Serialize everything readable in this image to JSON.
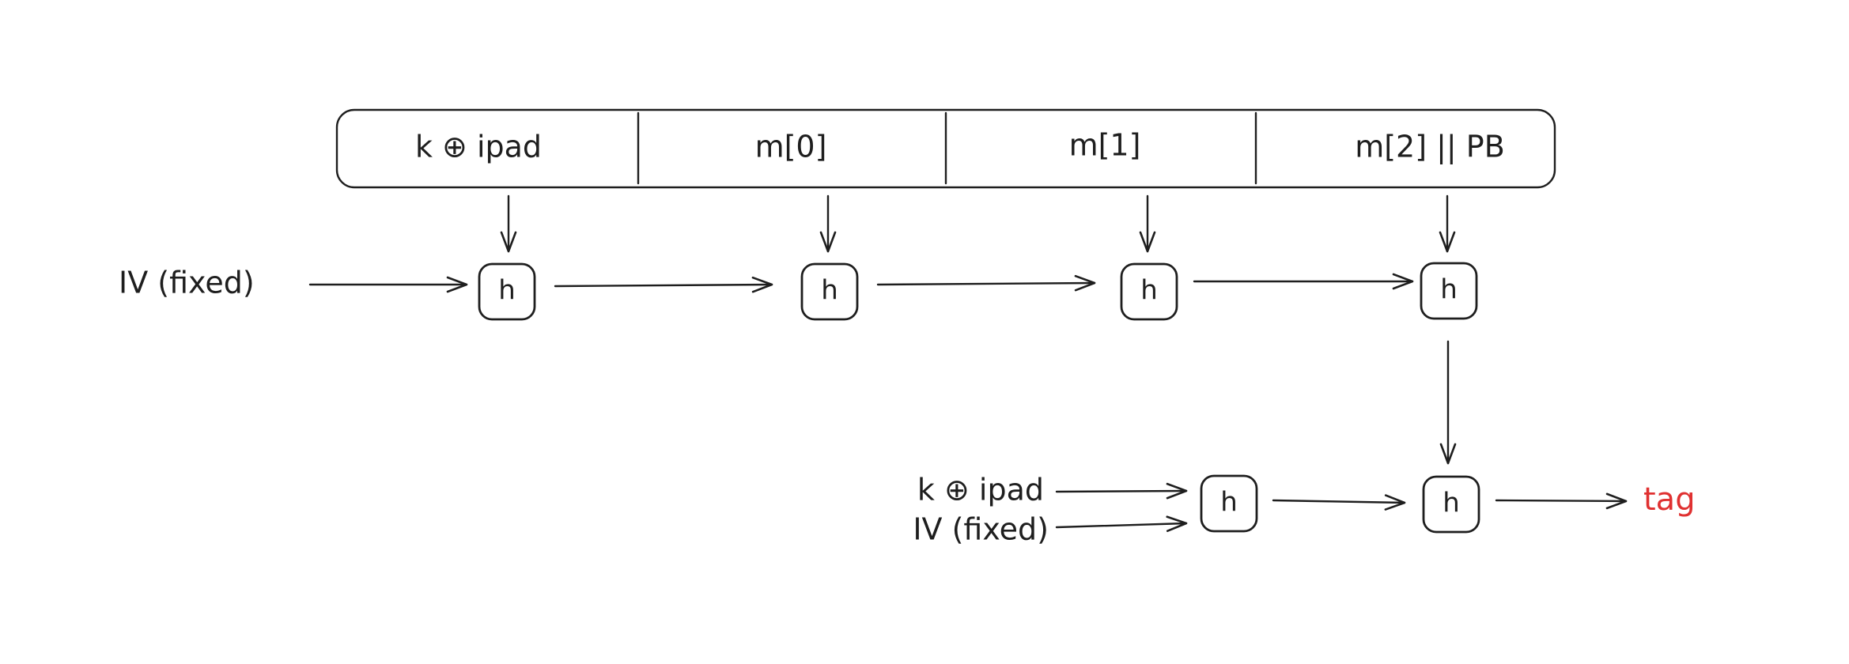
{
  "message_blocks": [
    "k ⊕ ipad",
    "m[0]",
    "m[1]",
    "m[2] || PB"
  ],
  "inner_iv_label": "IV (fixed)",
  "hash_label": "h",
  "outer_key_label": "k ⊕ ipad",
  "outer_iv_label": "IV (fixed)",
  "output_label": "tag",
  "colors": {
    "stroke": "#1e1e1e",
    "output": "#e03131",
    "background": "#ffffff"
  }
}
